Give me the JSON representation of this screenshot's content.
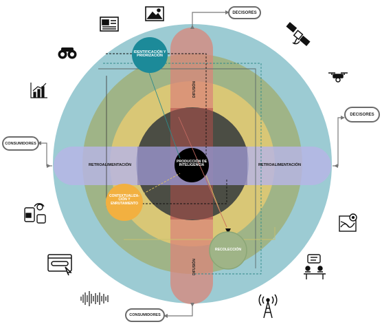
{
  "center": {
    "title": "PRODUCCIÓN DE INTELIGENCIA"
  },
  "nodes": {
    "identificacion": "IDENTIFICACIÓN Y PRIORIZACIÓN",
    "contextualizacion": "CONTEXTUALIZA- CIÓN Y ENRUTAMIENTO",
    "recoleccion": "RECOLECCIÓN"
  },
  "bands": {
    "difusion_top": "DIFUSIÓN",
    "difusion_bottom": "DIFUSIÓN",
    "retro_left": "RETROALIMENTACIÓN",
    "retro_right": "RETROALIMENTACIÓN"
  },
  "endpoints": {
    "top": "DECISORES",
    "right": "DECISORES",
    "left": "CONSUMIDORES",
    "bottom": "CONSUMIDORES"
  },
  "icons": [
    "newspaper-icon",
    "image-icon",
    "binoculars-icon",
    "satellite-icon",
    "drone-icon",
    "growth-chart-icon",
    "social-network-icon",
    "web-browser-icon",
    "audio-wave-icon",
    "radio-tower-icon",
    "meeting-icon",
    "map-icon"
  ],
  "colors": {
    "outer_ring": "#9ccbd3",
    "green_ring": "#9fb487",
    "yellow_ring": "#d9c776",
    "dark_core": "#4a4c48",
    "vertical_band": "#d89b93",
    "horizontal_band": "#b7b5e6",
    "teal_node": "#1c8a99",
    "orange_node": "#f2b040",
    "green_node": "#9fb487"
  }
}
